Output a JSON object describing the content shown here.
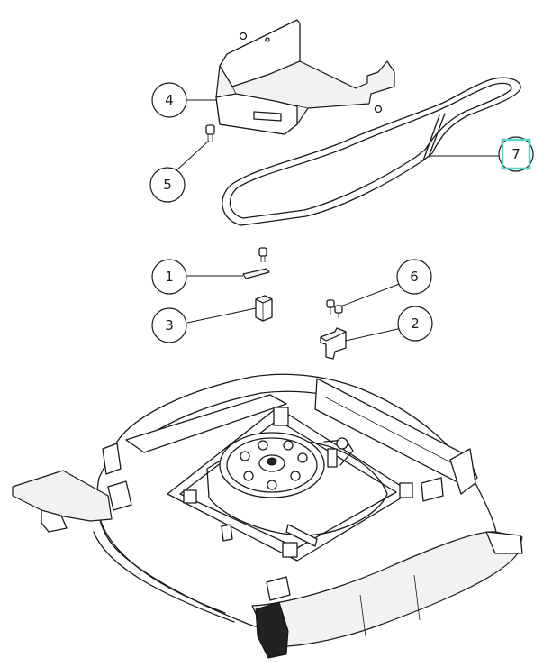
{
  "diagram": {
    "callouts": [
      {
        "id": "c4",
        "label": "4"
      },
      {
        "id": "c5",
        "label": "5"
      },
      {
        "id": "c7",
        "label": "7"
      },
      {
        "id": "c1",
        "label": "1"
      },
      {
        "id": "c3",
        "label": "3"
      },
      {
        "id": "c6",
        "label": "6"
      },
      {
        "id": "c2",
        "label": "2"
      }
    ],
    "highlight_color": "#5fd3c8",
    "line_color": "#1a1a1a"
  }
}
